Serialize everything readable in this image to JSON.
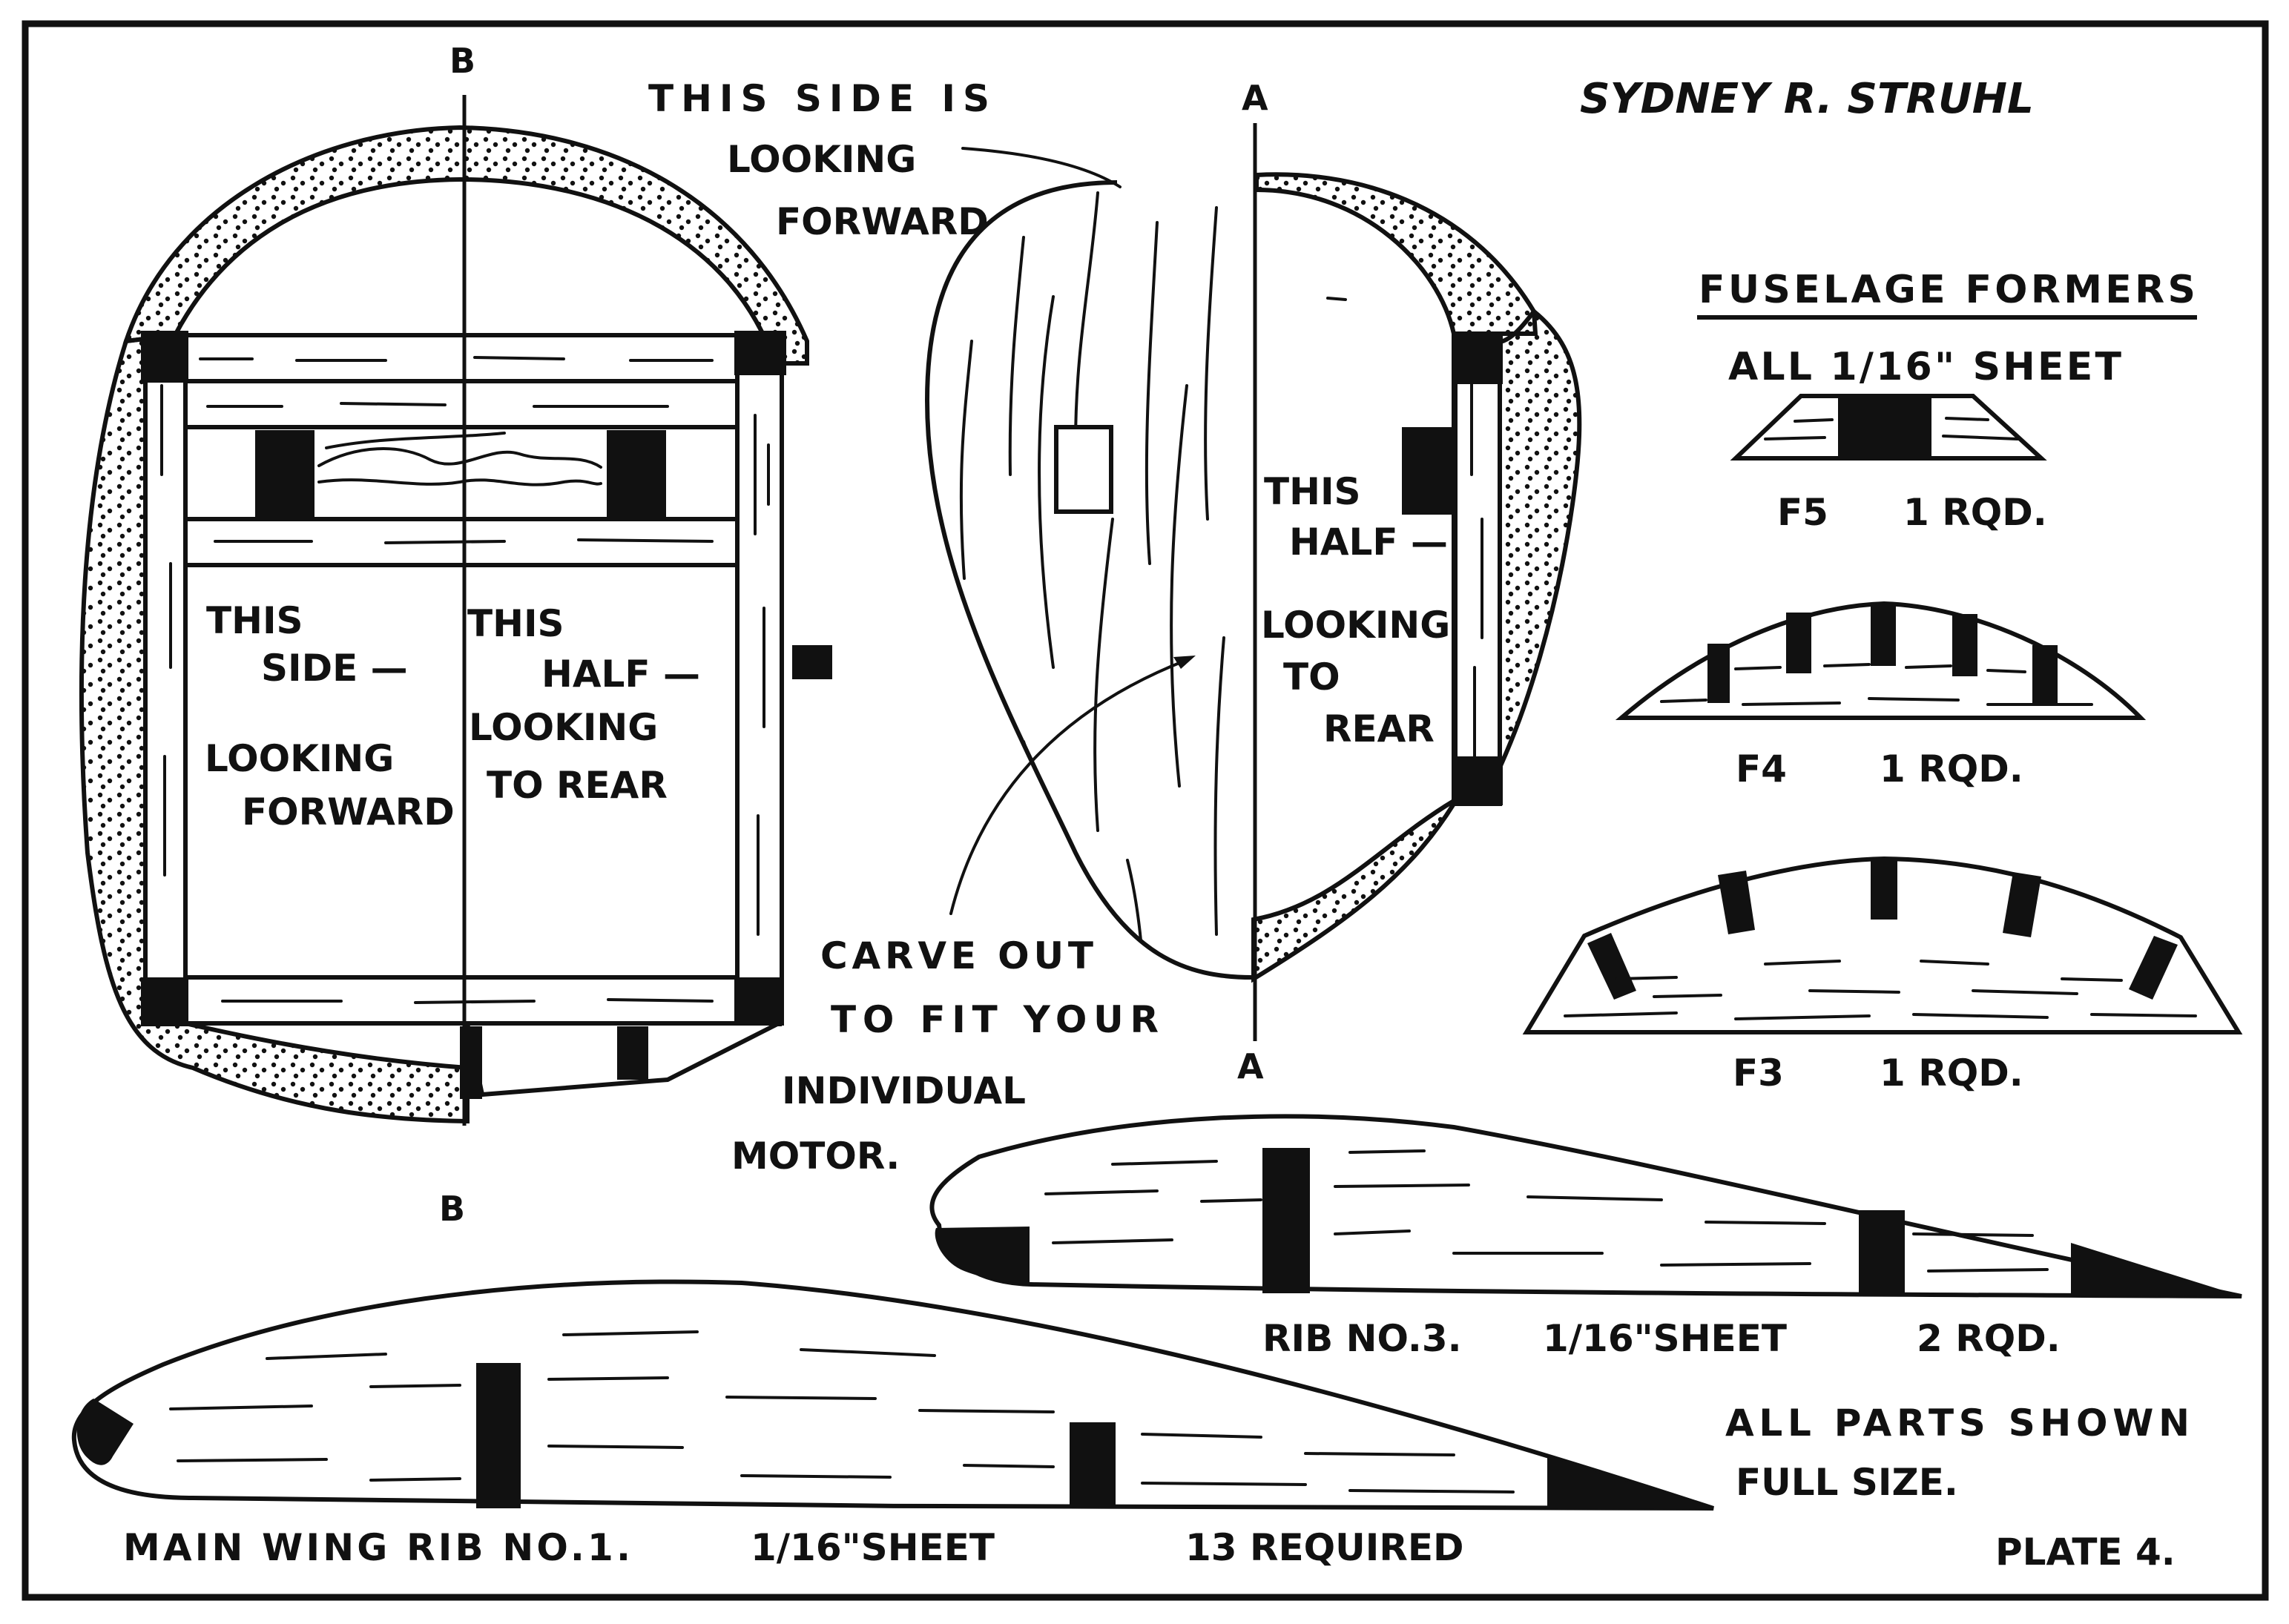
{
  "plate": {
    "author": "SYDNEY R. STRUHL",
    "plate_number": "PLATE 4."
  },
  "section_markers": {
    "b_top": "B",
    "b_bottom": "B",
    "a_top": "A",
    "a_bottom": "A"
  },
  "left_former": {
    "left_label": [
      "THIS",
      "SIDE —",
      "LOOKING",
      "FORWARD"
    ],
    "right_label": [
      "THIS",
      "HALF —",
      "LOOKING",
      "TO REAR"
    ]
  },
  "middle_former": {
    "callout": [
      "THIS SIDE IS",
      "LOOKING",
      "FORWARD"
    ],
    "half_label": [
      "THIS",
      "HALF —",
      "LOOKING",
      "TO",
      "REAR"
    ],
    "carve_note": [
      "CARVE OUT",
      "TO FIT YOUR",
      "INDIVIDUAL",
      "MOTOR."
    ]
  },
  "fuselage_formers": {
    "heading": "FUSELAGE FORMERS",
    "material": "ALL 1/16\" SHEET",
    "items": [
      {
        "name": "F5",
        "qty": "1 RQD."
      },
      {
        "name": "F4",
        "qty": "1 RQD."
      },
      {
        "name": "F3",
        "qty": "1 RQD."
      }
    ]
  },
  "ribs": {
    "rib3": {
      "name": "RIB NO.3.",
      "material": "1/16\"SHEET",
      "qty": "2 RQD."
    },
    "rib1": {
      "name": "MAIN WING RIB NO.1.",
      "material": "1/16\"SHEET",
      "qty": "13 REQUIRED"
    }
  },
  "notes": {
    "scale": [
      "ALL PARTS SHOWN",
      "FULL SIZE."
    ]
  },
  "colors": {
    "ink": "#111111",
    "paper": "#ffffff"
  }
}
